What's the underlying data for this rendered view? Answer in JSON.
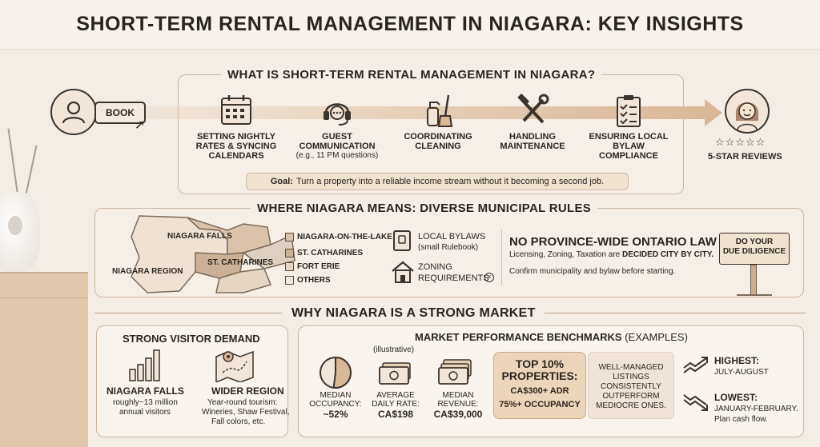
{
  "title": "SHORT-TERM RENTAL MANAGEMENT IN NIAGARA: KEY INSIGHTS",
  "section1": {
    "title": "WHAT IS SHORT-TERM RENTAL MANAGEMENT IN NIAGARA?",
    "book_label": "BOOK",
    "steps": [
      {
        "icon": "calendar-icon",
        "label": "SETTING NIGHTLY RATES & SYNCING CALENDARS",
        "sub": ""
      },
      {
        "icon": "headset-icon",
        "label": "GUEST COMMUNICATION",
        "sub": "(e.g., 11 PM questions)"
      },
      {
        "icon": "cleaning-icon",
        "label": "COORDINATING CLEANING",
        "sub": ""
      },
      {
        "icon": "tools-icon",
        "label": "HANDLING MAINTENANCE",
        "sub": ""
      },
      {
        "icon": "checklist-icon",
        "label": "ENSURING LOCAL BYLAW COMPLIANCE",
        "sub": ""
      }
    ],
    "goal_label": "Goal:",
    "goal_text": "Turn a property into a reliable income stream without it becoming a second job.",
    "stars": "☆☆☆☆☆",
    "reviews_label": "5-STAR REVIEWS"
  },
  "section2": {
    "title": "WHERE NIAGARA MEANS: DIVERSE MUNICIPAL RULES",
    "map_labels": {
      "niagara_falls": "NIAGARA FALLS",
      "st_catharines": "ST. CATHARINES",
      "niagara_region": "NIAGARA REGION"
    },
    "legend": [
      {
        "label": "NIAGARA-ON-THE-LAKE",
        "color": "#d9c3ab"
      },
      {
        "label": "ST. CATHARINES",
        "color": "#cbb196"
      },
      {
        "label": "FORT ERIE",
        "color": "#e6d6c4"
      },
      {
        "label": "OTHERS",
        "color": "#f1e7dc"
      }
    ],
    "bylaws_label": "LOCAL BYLAWS",
    "bylaws_sub": "(small Rulebook)",
    "zoning_label_1": "ZONING",
    "zoning_label_2": "REQUIREMENTS",
    "province_title": "NO PROVINCE-WIDE ONTARIO LAW",
    "province_line_1": "Licensing, Zoning, Taxation are",
    "province_line_1_bold": "DECIDED CITY BY CITY.",
    "province_line_2": "Confirm municipality and bylaw before starting.",
    "sign_line_1": "DO YOUR",
    "sign_line_2": "DUE DILIGENCE"
  },
  "section3": {
    "title": "WHY NIAGARA IS A STRONG MARKET",
    "demand": {
      "title": "STRONG VISITOR DEMAND",
      "falls_title": "NIAGARA FALLS",
      "falls_sub_1": "roughly~13 million",
      "falls_sub_2": "annual visitors",
      "wider_title": "WIDER REGION",
      "wider_sub_1": "Year-round tourism:",
      "wider_sub_2": "Wineries, Shaw Festival,",
      "wider_sub_3": "Fall colors, etc."
    },
    "benchmarks": {
      "title": "MARKET PERFORMANCE BENCHMARKS",
      "title_suffix": "(EXAMPLES)",
      "illustrative": "(illustrative)",
      "metrics": [
        {
          "label_1": "MEDIAN",
          "label_2": "OCCUPANCY:",
          "value": "~52%",
          "fraction": 0.52
        },
        {
          "label_1": "AVERAGE",
          "label_2": "DAILY RATE:",
          "value": "CA$198"
        },
        {
          "label_1": "MEDIAN",
          "label_2": "REVENUE:",
          "value": "CA$39,000"
        }
      ],
      "top10_title_1": "TOP 10%",
      "top10_title_2": "PROPERTIES:",
      "top10_line_1": "CA$300+ ADR",
      "top10_line_2": "75%+ OCCUPANCY",
      "wm_lines": [
        "WELL-MANAGED",
        "LISTINGS",
        "CONSISTENTLY",
        "OUTPERFORM",
        "MEDIOCRE ONES."
      ],
      "highest_title": "HIGHEST:",
      "highest_sub": "JULY-AUGUST",
      "lowest_title": "LOWEST:",
      "lowest_sub_1": "JANUARY-FEBRUARY.",
      "lowest_sub_2": "Plan cash flow."
    }
  }
}
